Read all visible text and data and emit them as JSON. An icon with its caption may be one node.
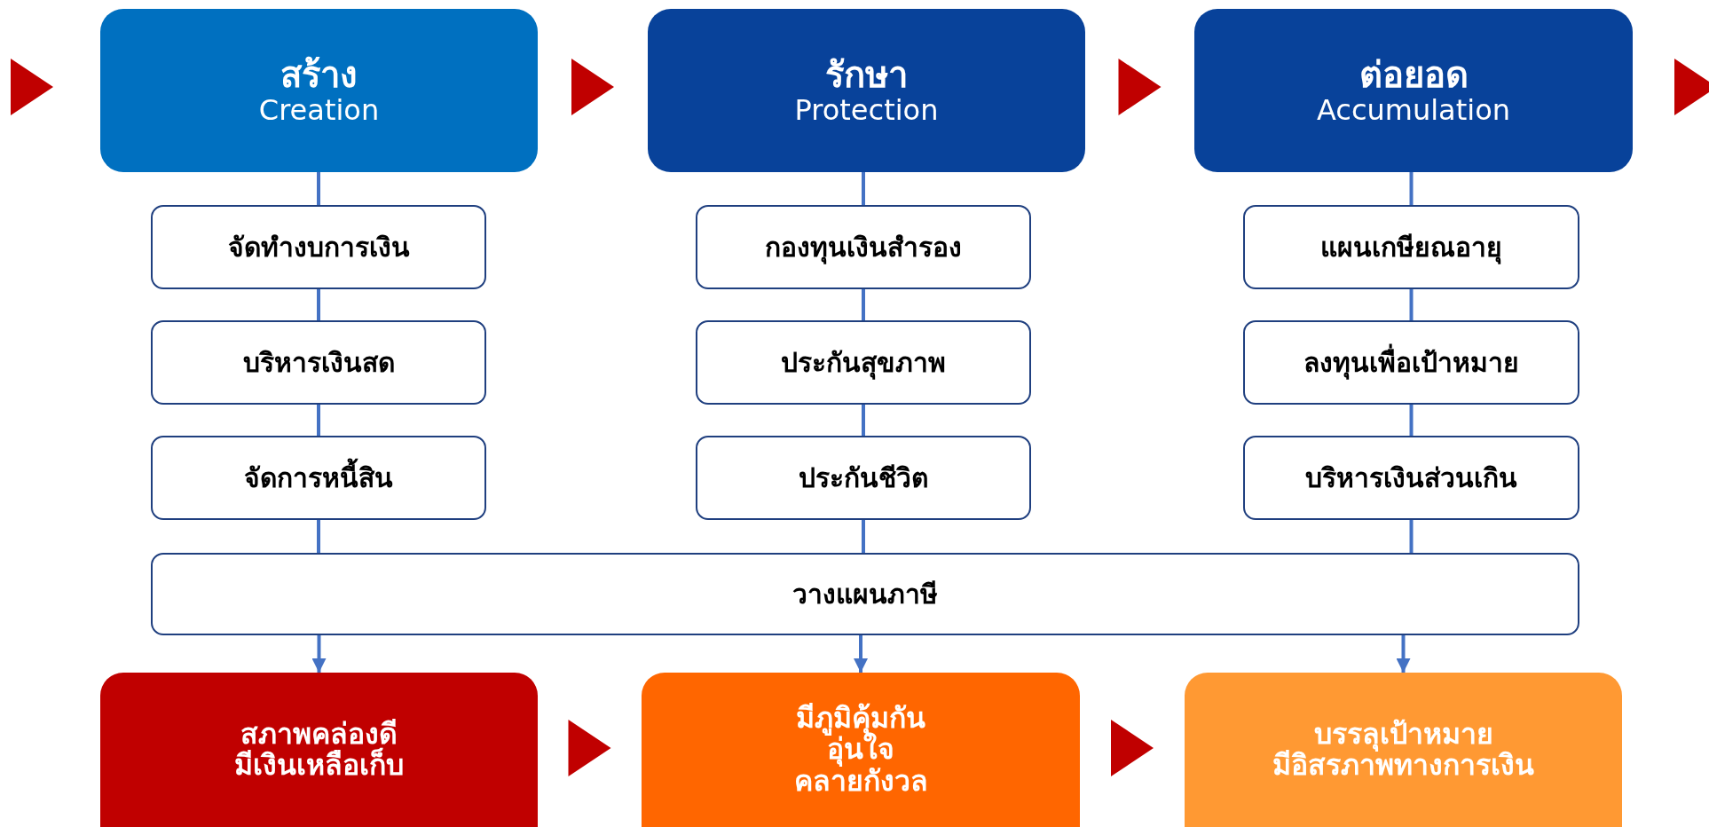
{
  "diagram": {
    "nodes": [
      {
        "text": [
          "สร้าง",
          "Creation"
        ]
      },
      {
        "text": [
          "รักษา",
          "Protection"
        ]
      },
      {
        "text": [
          "ต่อยอด",
          "Accumulation"
        ]
      },
      {
        "text": [
          "จัดทำงบการเงิน"
        ]
      },
      {
        "text": [
          "บริหารเงินสด"
        ]
      },
      {
        "text": [
          "จัดการหนี้สิน"
        ]
      },
      {
        "text": [
          "กองทุนเงินสำรอง"
        ]
      },
      {
        "text": [
          "ประกันสุขภาพ"
        ]
      },
      {
        "text": [
          "ประกันชีวิต"
        ]
      },
      {
        "text": [
          "แผนเกษียณอายุ"
        ]
      },
      {
        "text": [
          "ลงทุนเพื่อเป้าหมาย"
        ]
      },
      {
        "text": [
          "บริหารเงินส่วนเกิน"
        ]
      },
      {
        "text": [
          "วางแผนภาษี"
        ]
      },
      {
        "text": [
          "สภาพคล่องดี มีเงินเหลือเก็บ"
        ]
      },
      {
        "text": [
          "มีภูมิคุ้มกัน อุ่นใจ คลายกังวล"
        ]
      },
      {
        "text": [
          "บรรลุเป้าหมาย มีอิสรภาพทางการเงิน"
        ]
      }
    ],
    "edges": [
      {
        "from": null,
        "to": 0,
        "arrow": "to"
      },
      {
        "from": 0,
        "to": 1,
        "arrow": "to"
      },
      {
        "from": 1,
        "to": 2,
        "arrow": "to"
      },
      {
        "from": 2,
        "to": null,
        "arrow": "to"
      },
      {
        "from": 0,
        "to": 3,
        "arrow": "none"
      },
      {
        "from": 3,
        "to": 4,
        "arrow": "none"
      },
      {
        "from": 4,
        "to": 5,
        "arrow": "none"
      },
      {
        "from": 5,
        "to": 12,
        "arrow": "none"
      },
      {
        "from": 1,
        "to": 6,
        "arrow": "none"
      },
      {
        "from": 6,
        "to": 7,
        "arrow": "none"
      },
      {
        "from": 7,
        "to": 8,
        "arrow": "none"
      },
      {
        "from": 8,
        "to": 12,
        "arrow": "none"
      },
      {
        "from": 2,
        "to": 9,
        "arrow": "none"
      },
      {
        "from": 9,
        "to": 10,
        "arrow": "none"
      },
      {
        "from": 10,
        "to": 11,
        "arrow": "none"
      },
      {
        "from": 11,
        "to": 12,
        "arrow": "none"
      },
      {
        "from": 12,
        "to": 13,
        "arrow": "to"
      },
      {
        "from": 12,
        "to": 14,
        "arrow": "to"
      },
      {
        "from": 12,
        "to": 15,
        "arrow": "to"
      },
      {
        "from": 13,
        "to": 14,
        "arrow": "to"
      },
      {
        "from": 14,
        "to": 15,
        "arrow": "to"
      }
    ]
  }
}
